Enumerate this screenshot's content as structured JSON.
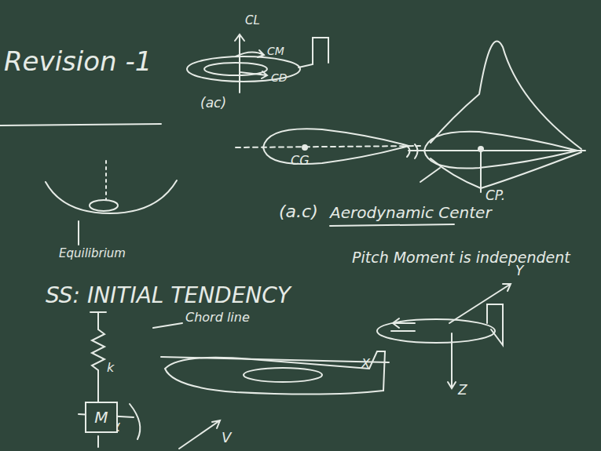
{
  "diagram": {
    "nodes": [
      {
        "text": [
          "M"
        ]
      }
    ],
    "labels": [
      "Revision -1",
      "CL",
      "CM",
      "CD",
      "(ac)",
      "CG",
      "CP.",
      "(a.c)",
      "Aerodynamic Center",
      "Equilibrium",
      "Pitch Moment is independent",
      "SS: INITIAL TENDENCY",
      "Chord line",
      "k",
      "α",
      "V",
      "X",
      "Y",
      "Z"
    ]
  }
}
